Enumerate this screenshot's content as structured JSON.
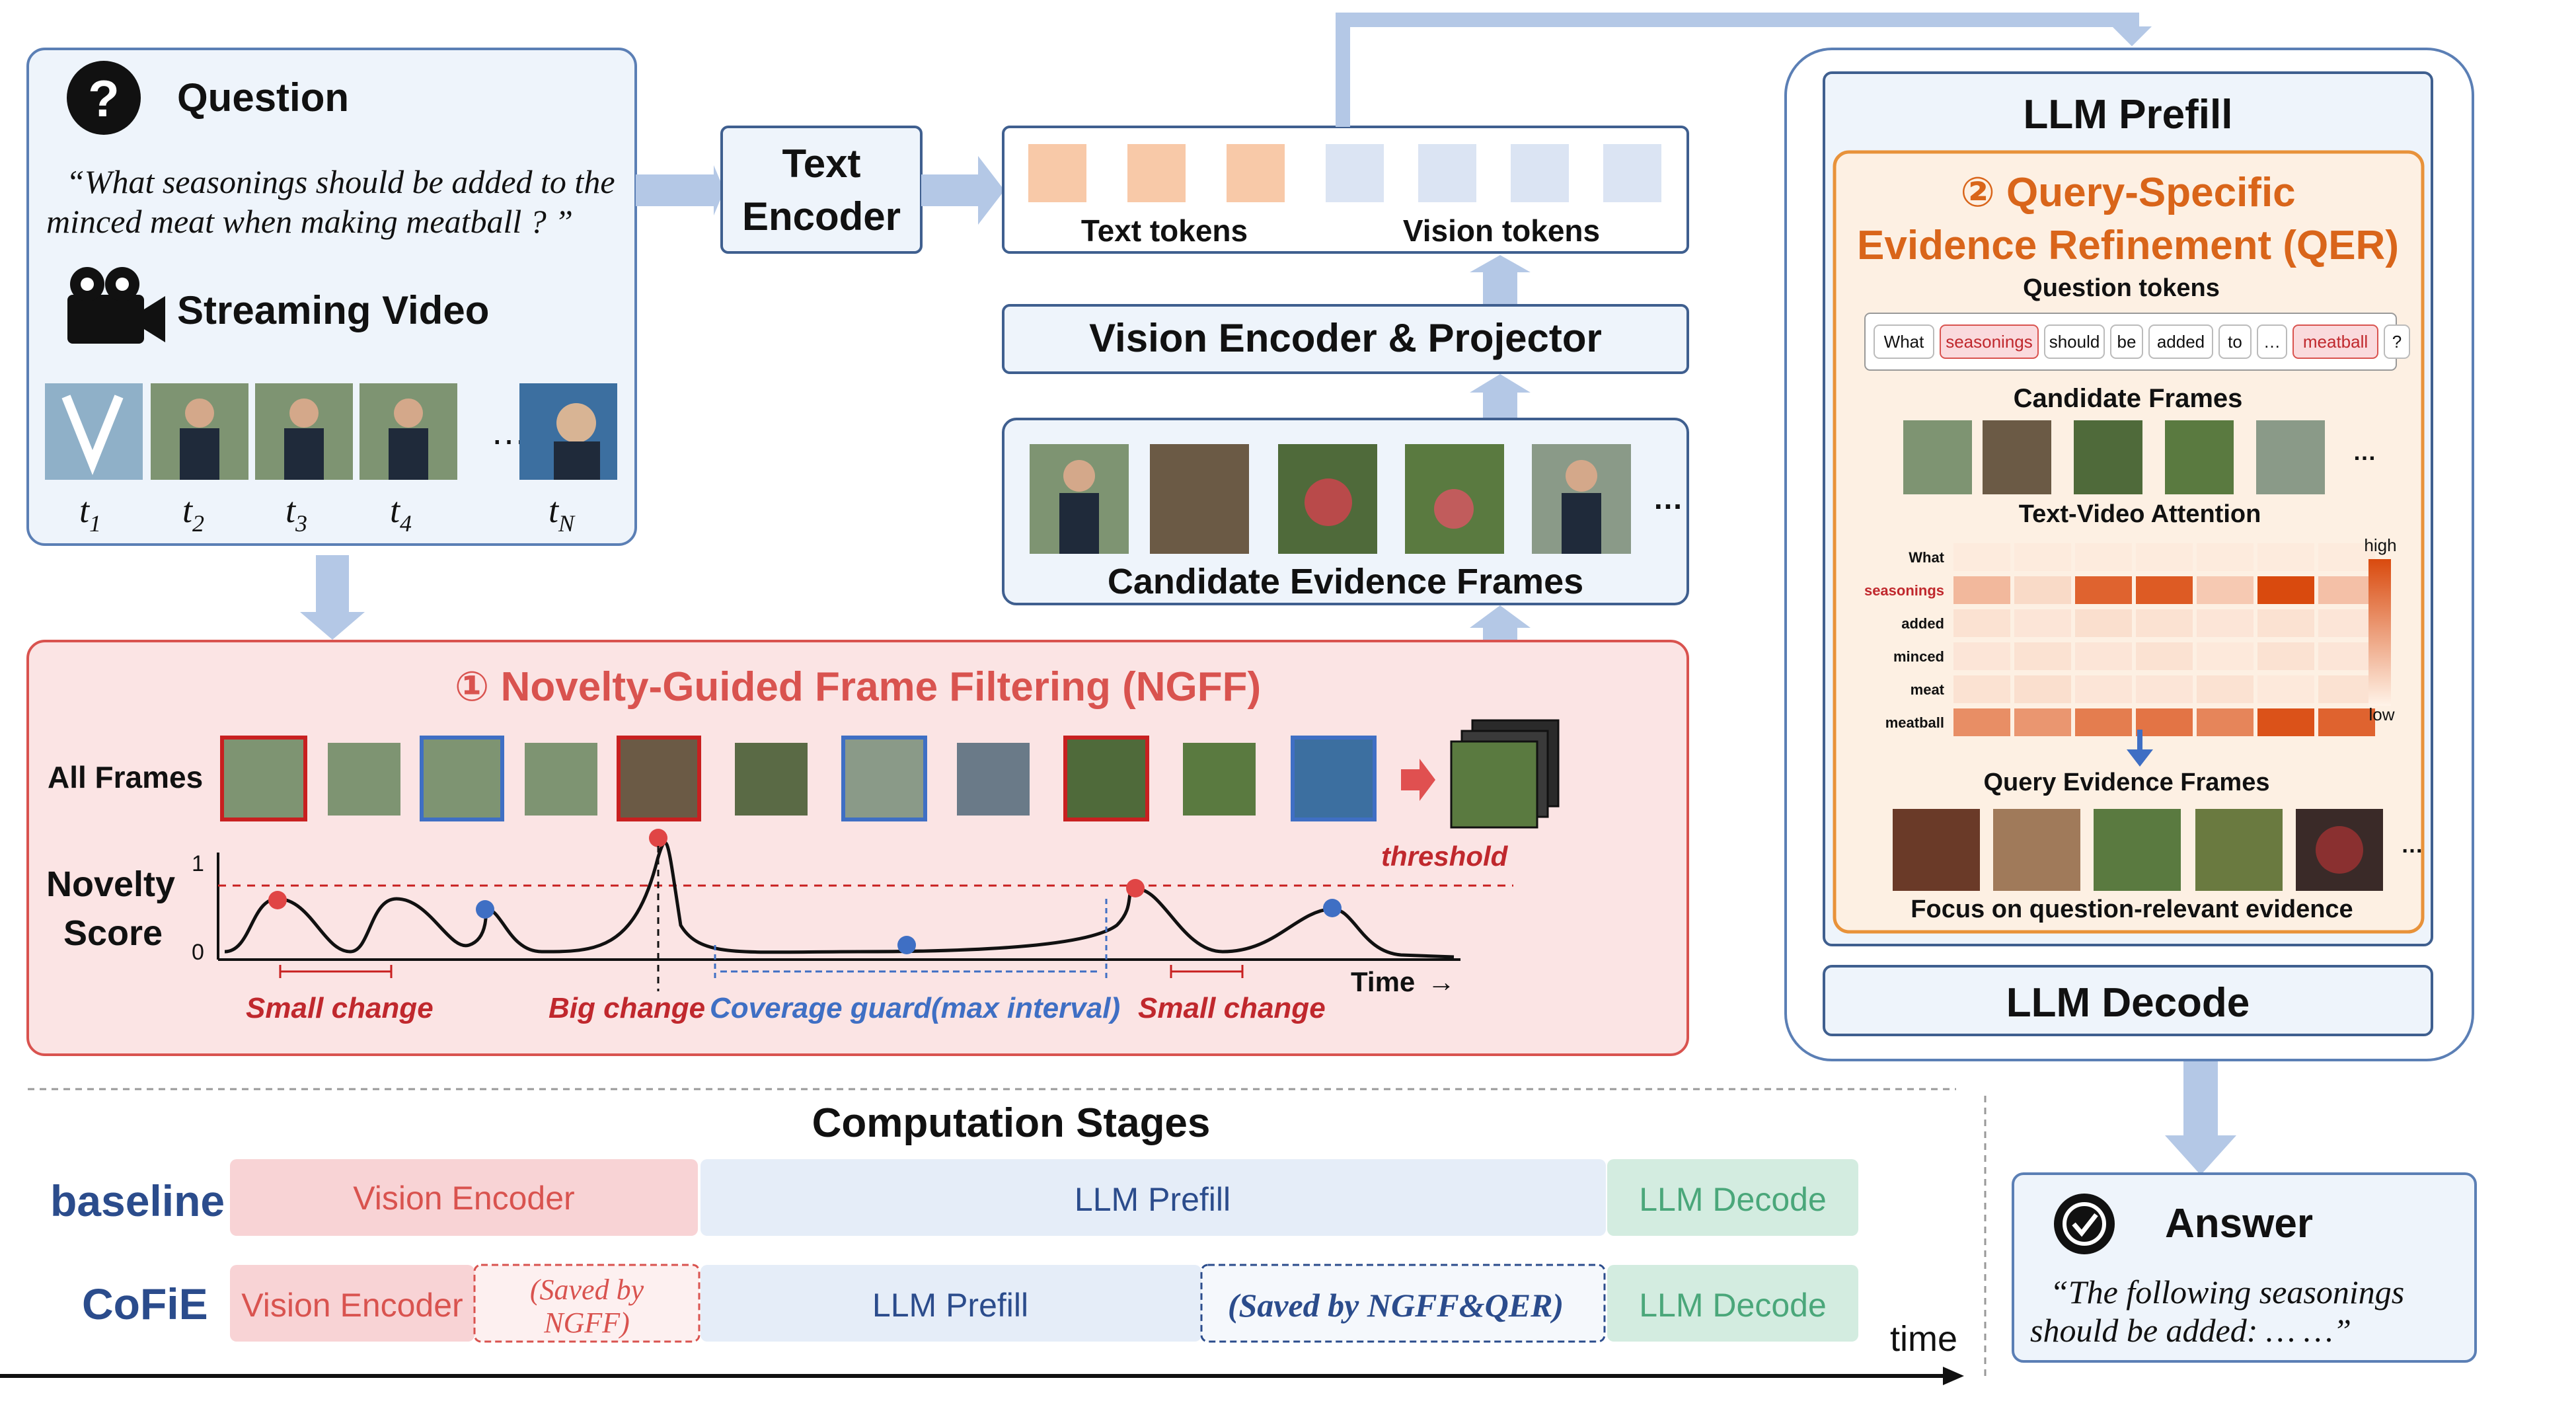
{
  "question_panel": {
    "title": "Question",
    "question_line1": "“What seasonings should be added to the",
    "question_line2": "minced meat when making meatball ? ”",
    "video_title": "Streaming Video",
    "ellipsis": "…",
    "time_labels": [
      "t",
      "t",
      "t",
      "t",
      "t"
    ],
    "time_subs": [
      "1",
      "2",
      "3",
      "4",
      "N"
    ]
  },
  "text_encoder": {
    "line1": "Text",
    "line2": "Encoder"
  },
  "tokens_panel": {
    "text_label": "Text tokens",
    "vision_label": "Vision tokens"
  },
  "vision_encoder": {
    "label": "Vision Encoder & Projector"
  },
  "candidate_panel": {
    "label": "Candidate Evidence Frames",
    "ellipsis": "…"
  },
  "ngff": {
    "title": "① Novelty-Guided Frame Filtering (NGFF)",
    "all_frames": "All Frames",
    "novelty_line1": "Novelty",
    "novelty_line2": "Score",
    "y_max": "1",
    "y_min": "0",
    "threshold": "threshold",
    "small_change_1": "Small change",
    "big_change": "Big change",
    "coverage_guard": "Coverage guard(max interval)",
    "small_change_2": "Small change",
    "time_label": "Time",
    "time_arrow": "→"
  },
  "llm_panel": {
    "prefill_title": "LLM Prefill",
    "qer_title_line1": "② Query-Specific",
    "qer_title_line2": "Evidence Refinement (QER)",
    "question_tokens_label": "Question tokens",
    "tokens": [
      "What",
      "seasonings",
      "should",
      "be",
      "added",
      "to",
      "…",
      "meatball",
      "?"
    ],
    "highlighted_tokens": [
      "seasonings",
      "meatball"
    ],
    "candidate_frames_label": "Candidate Frames",
    "ellipsis": "…",
    "attention_title": "Text-Video Attention",
    "attention_rows": [
      "What",
      "seasonings",
      "added",
      "minced",
      "meat",
      "meatball"
    ],
    "attention_high": "high",
    "attention_low": "low",
    "query_frames_label": "Query Evidence Frames",
    "focus_label": "Focus on question-relevant evidence",
    "decode_title": "LLM Decode"
  },
  "answer": {
    "title": "Answer",
    "line1": "“The following seasonings",
    "line2": "should be added: … …”"
  },
  "computation": {
    "title": "Computation Stages",
    "baseline_label": "baseline",
    "cofie_label": "CoFiE",
    "baseline_stages": [
      "Vision Encoder",
      "LLM Prefill",
      "LLM Decode"
    ],
    "cofie_stages": [
      "Vision Encoder",
      "LLM Prefill",
      "LLM Decode"
    ],
    "saved_ngff_line1": "(Saved by",
    "saved_ngff_line2": "NGFF)",
    "saved_both": "(Saved by NGFF&QER)",
    "time_label": "time"
  },
  "colors": {
    "panel_blue": "#eef4fb",
    "panel_border": "#5b7fb5",
    "ngff_fill": "#fbe4e4",
    "ngff_border": "#d9534f",
    "qer_fill": "#fdf0e3",
    "qer_border": "#e8923a",
    "arrow_blue": "#b4c8e6",
    "red_text": "#c0282d",
    "blue_text": "#3f6fc4",
    "navy": "#2b4c8c",
    "text_token": "#f8c9a8",
    "vision_token": "#dbe4f3"
  },
  "attention_matrix": [
    [
      0.05,
      0.05,
      0.05,
      0.05,
      0.05,
      0.05,
      0.05
    ],
    [
      0.35,
      0.15,
      0.85,
      0.9,
      0.25,
      1.0,
      0.3
    ],
    [
      0.1,
      0.08,
      0.12,
      0.1,
      0.08,
      0.1,
      0.08
    ],
    [
      0.08,
      0.1,
      0.08,
      0.1,
      0.06,
      0.1,
      0.08
    ],
    [
      0.1,
      0.12,
      0.08,
      0.08,
      0.1,
      0.06,
      0.1
    ],
    [
      0.6,
      0.55,
      0.7,
      0.75,
      0.65,
      0.95,
      0.85
    ]
  ]
}
